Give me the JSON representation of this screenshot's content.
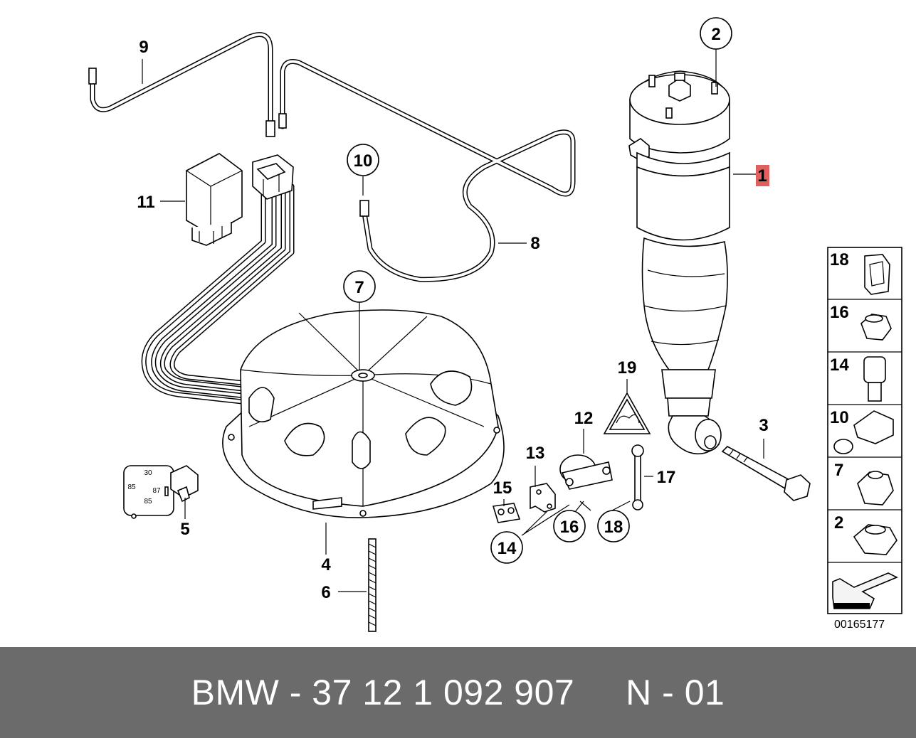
{
  "callouts": {
    "c1": "1",
    "c2": "2",
    "c3": "3",
    "c4": "4",
    "c5": "5",
    "c6": "6",
    "c7": "7",
    "c8": "8",
    "c9": "9",
    "c10": "10",
    "c11": "11",
    "c12": "12",
    "c13": "13",
    "c14": "14",
    "c15": "15",
    "c16": "16",
    "c17": "17",
    "c18": "18",
    "c19": "19"
  },
  "relay_pins": {
    "p30": "30",
    "p85": "85",
    "p87": "87",
    "p85b": "85"
  },
  "side_panel": [
    "18",
    "16",
    "14",
    "10",
    "7",
    "2"
  ],
  "diagram_id": "00165177",
  "footer": "BMW - 37 12 1 092 907     N - 01",
  "colors": {
    "footer_bg": "#6b6b6b",
    "footer_text": "#ffffff",
    "highlight": "#e06060"
  },
  "icons": [
    "arrow-icon"
  ]
}
